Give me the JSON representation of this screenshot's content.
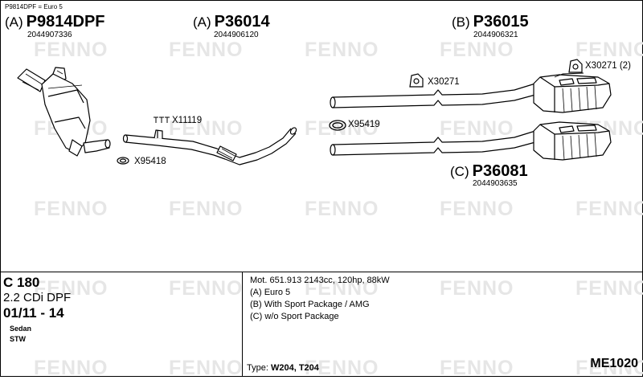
{
  "note_top": "P9814DPF = Euro 5",
  "watermark": "FENNO",
  "parts": [
    {
      "prefix": "(A)",
      "number": "P9814DPF",
      "oe": "2044907336"
    },
    {
      "prefix": "(A)",
      "number": "P36014",
      "oe": "2044906120"
    },
    {
      "prefix": "(B)",
      "number": "P36015",
      "oe": "2044906321"
    },
    {
      "prefix": "(C)",
      "number": "P36081",
      "oe": "2044903635"
    }
  ],
  "components": [
    "X11119",
    "X95418",
    "X95419",
    "X30271",
    "X30271 (2)"
  ],
  "vehicle": {
    "model": "C 180",
    "engine": "2.2 CDi DPF",
    "years": "01/11 - 14",
    "body_types": [
      "Sedan",
      "STW"
    ]
  },
  "info_lines": [
    "Mot. 651.913 2143cc, 120hp, 88kW",
    "(A) Euro 5",
    "(B) With Sport Package / AMG",
    "(C) w/o Sport Package"
  ],
  "type_label": "Type:",
  "type_value": "W204, T204",
  "code": "ME1020"
}
